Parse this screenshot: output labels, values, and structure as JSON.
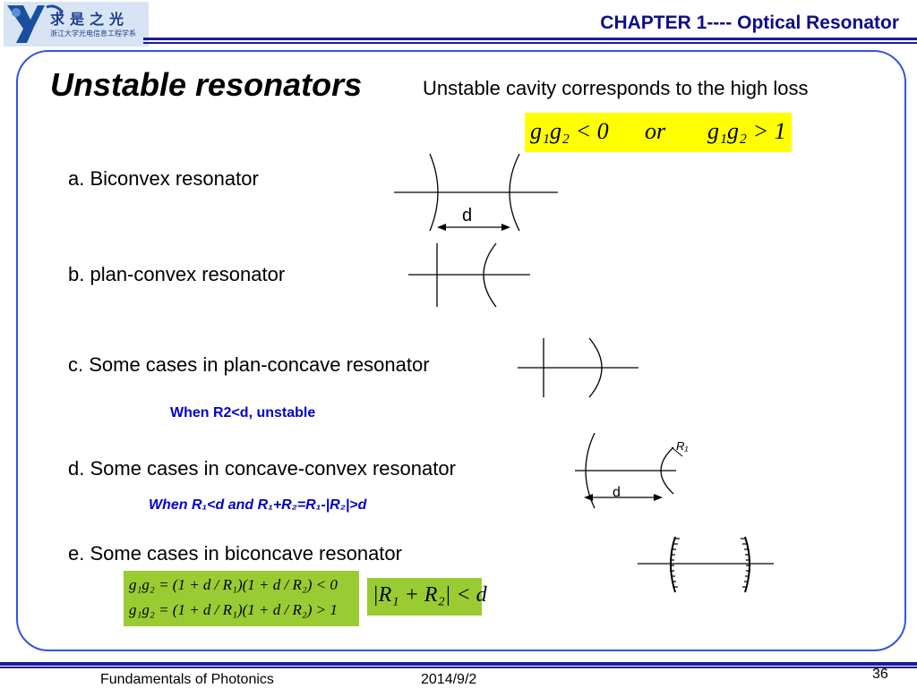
{
  "header": {
    "logo_text_cn": "求是之光",
    "logo_subtext": "浙江大学光电信息工程学系",
    "chapter_title": "CHAPTER 1---- Optical  Resonator"
  },
  "slide": {
    "heading": "Unstable resonators",
    "note": "Unstable cavity corresponds to the high loss",
    "stability_condition": {
      "left": "g₁g₂ < 0",
      "joiner": "or",
      "right": "g₁g₂ > 1"
    },
    "items": [
      {
        "label": "a. Biconvex resonator",
        "diagram_label": "d"
      },
      {
        "label": "b. plan-convex resonator"
      },
      {
        "label": "c.  Some cases in plan-concave resonator",
        "condition": "When R2<d,   unstable"
      },
      {
        "label": "d. Some cases in concave-convex resonator",
        "diagram_label": "d",
        "radius_label": "R₁",
        "condition": "When R₁<d  and R₁+R₂=R₁-|R₂|>d"
      },
      {
        "label": "e. Some cases in biconcave resonator"
      }
    ],
    "biconcave_formulas": [
      "g₁g₂ = (1 + d / R₁)(1 + d / R₂) < 0",
      "g₁g₂ = (1 + d / R₁)(1 + d / R₂) > 1"
    ],
    "biconcave_condition": "|R₁ + R₂| < d"
  },
  "footer": {
    "course": "Fundamentals of Photonics",
    "date": "2014/9/2",
    "page_number": "36"
  },
  "colors": {
    "header_blue": "#0d0d8a",
    "frame_blue": "#3355dd",
    "highlight_yellow": "#ffff00",
    "highlight_green": "#99cc33",
    "condition_blue": "#0000cc"
  }
}
